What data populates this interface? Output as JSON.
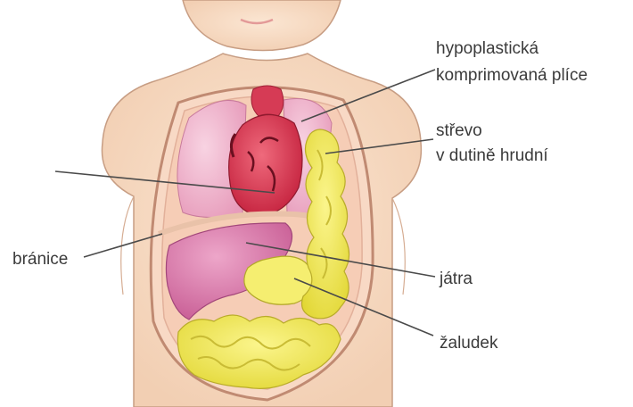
{
  "labels": {
    "lung_line1": "hypoplastická",
    "lung_line2": "komprimovaná plíce",
    "bowel_line1": "střevo",
    "bowel_line2": "v dutině hrudní",
    "diaphragm": "bránice",
    "liver": "játra",
    "stomach": "žaludek"
  },
  "colors": {
    "skin": "#f7dcc4",
    "skin_outline": "#c79d83",
    "lung": "#f2b8cf",
    "heart": "#d9304e",
    "liver": "#d87aa8",
    "bowel": "#f2ec5a",
    "cavity_rim": "#f4c8b0"
  }
}
